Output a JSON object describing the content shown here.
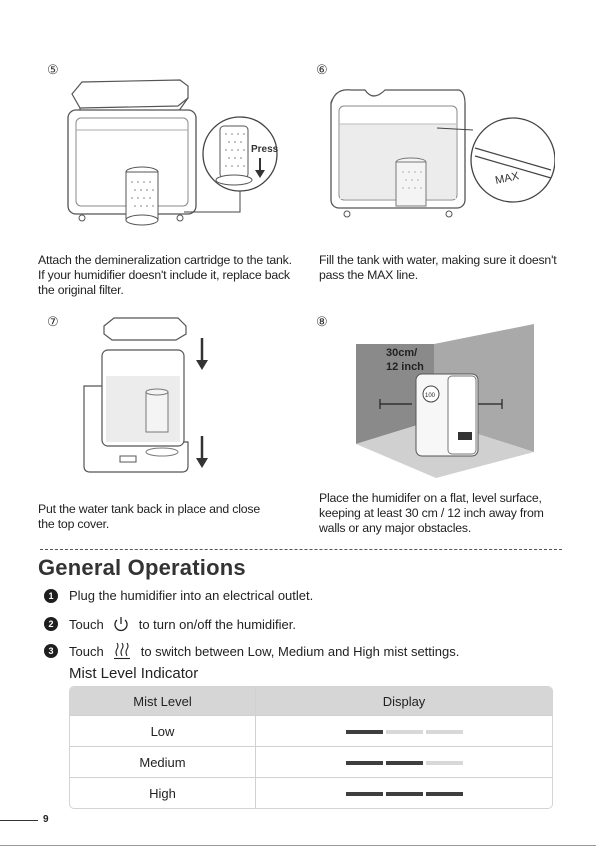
{
  "steps": [
    {
      "num": "⑤",
      "caption": "Attach the demineralization cartridge to the tank. If your humidifier doesn't include it, replace back the original filter.",
      "callout": "Press"
    },
    {
      "num": "⑥",
      "caption": "Fill the tank with water, making sure it doesn't pass the MAX line.",
      "callout": "MAX"
    },
    {
      "num": "⑦",
      "caption": "Put the water tank back in place and close the top cover."
    },
    {
      "num": "⑧",
      "caption": "Place the humidifer on a flat, level surface, keeping at least 30 cm / 12 inch away from walls or any major obstacles.",
      "callout_line1": "30cm/",
      "callout_line2": "12 inch",
      "display_reading": "100"
    }
  ],
  "section_title": "General Operations",
  "operations": [
    {
      "bullet": "1",
      "text": "Plug the humidifier into an electrical outlet."
    },
    {
      "bullet": "2",
      "pre": "Touch",
      "post": "to turn on/off the humidifier.",
      "icon": "power-icon"
    },
    {
      "bullet": "3",
      "pre": "Touch",
      "post": "to  switch between Low, Medium and High mist settings.",
      "icon": "mist-icon"
    }
  ],
  "table": {
    "title": "Mist Level Indicator",
    "headers": [
      "Mist Level",
      "Display"
    ],
    "rows": [
      {
        "level": "Low",
        "bars_on": 1
      },
      {
        "level": "Medium",
        "bars_on": 2
      },
      {
        "level": "High",
        "bars_on": 3
      }
    ],
    "bars_total": 3
  },
  "page_number": "9",
  "colors": {
    "bar_on": "#3e3e3e",
    "bar_off": "#d8d8d8",
    "header_bg": "#d6d6d6",
    "room_dark": "#8a8a8a"
  }
}
